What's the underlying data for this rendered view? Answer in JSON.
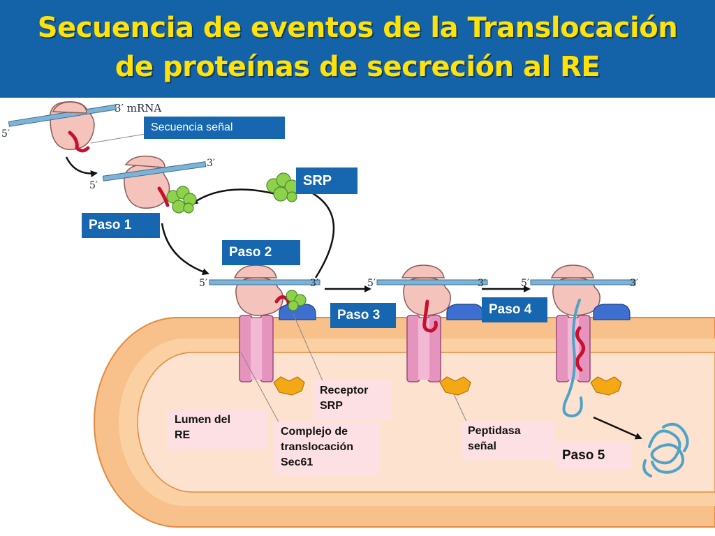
{
  "title": {
    "line1": "Secuencia de eventos de la Translocación",
    "line2": "de proteínas de secreción al RE"
  },
  "labels": {
    "mrna": "3′ mRNA",
    "five_prime": "5′",
    "three_prime": "3′",
    "signal_sequence": "Secuencia señal",
    "srp": "SRP",
    "paso1": "Paso 1",
    "paso2": "Paso 2",
    "paso3": "Paso 3",
    "paso4": "Paso 4",
    "paso5": "Paso 5",
    "receptor_line1": "Receptor",
    "receptor_line2": "SRP",
    "lumen_line1": "Lumen del",
    "lumen_line2": "RE",
    "complex_line1": "Complejo de",
    "complex_line2": "translocación",
    "complex_line3": "Sec61",
    "peptidase_line1": "Peptidasa",
    "peptidase_line2": "señal"
  },
  "colors": {
    "title_bar": "#1463a8",
    "title_text": "#ffe20a",
    "label_box": "#1766b0",
    "annotation_box": "#fde0e4",
    "ribosome": "#f4c3bc",
    "srp": "#8ed24c",
    "receptor": "#3d6fd0",
    "translocon": "#e594bd",
    "peptidase": "#f5a816",
    "membrane_outer": "#f8c08a",
    "lumen": "#fde3cf",
    "mrna": "#7fb3d5",
    "signal_peptide": "#c8102e",
    "protein": "#4ea3c6"
  }
}
